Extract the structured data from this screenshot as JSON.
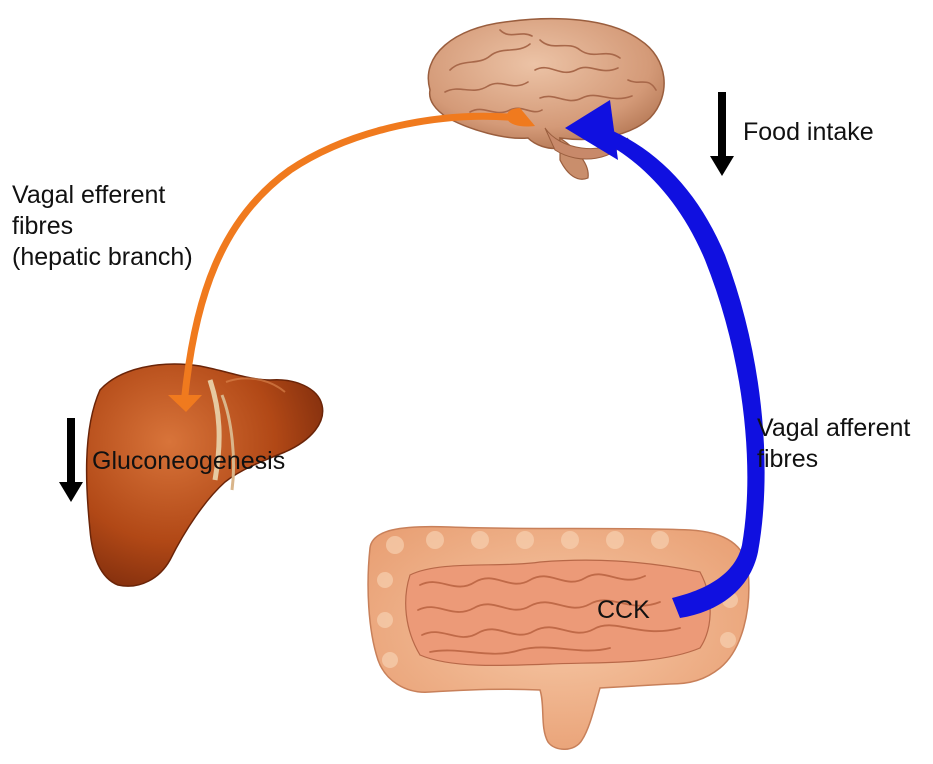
{
  "labels": {
    "food_intake": "Food intake",
    "vagal_efferent": "Vagal efferent\nfibres\n(hepatic branch)",
    "gluconeogenesis": "Gluconeogenesis",
    "vagal_afferent": "Vagal afferent\nfibres",
    "cck": "CCK"
  },
  "colors": {
    "efferent_arrow": "#f07a1e",
    "afferent_arrow": "#1010e0",
    "decrease_arrow": "#000000",
    "brain": "#d8a484",
    "liver": "#b84a1a",
    "intestine": "#f0b48c"
  },
  "icons": {
    "food_intake_indicator": "down-arrow",
    "gluconeogenesis_indicator": "down-arrow"
  }
}
